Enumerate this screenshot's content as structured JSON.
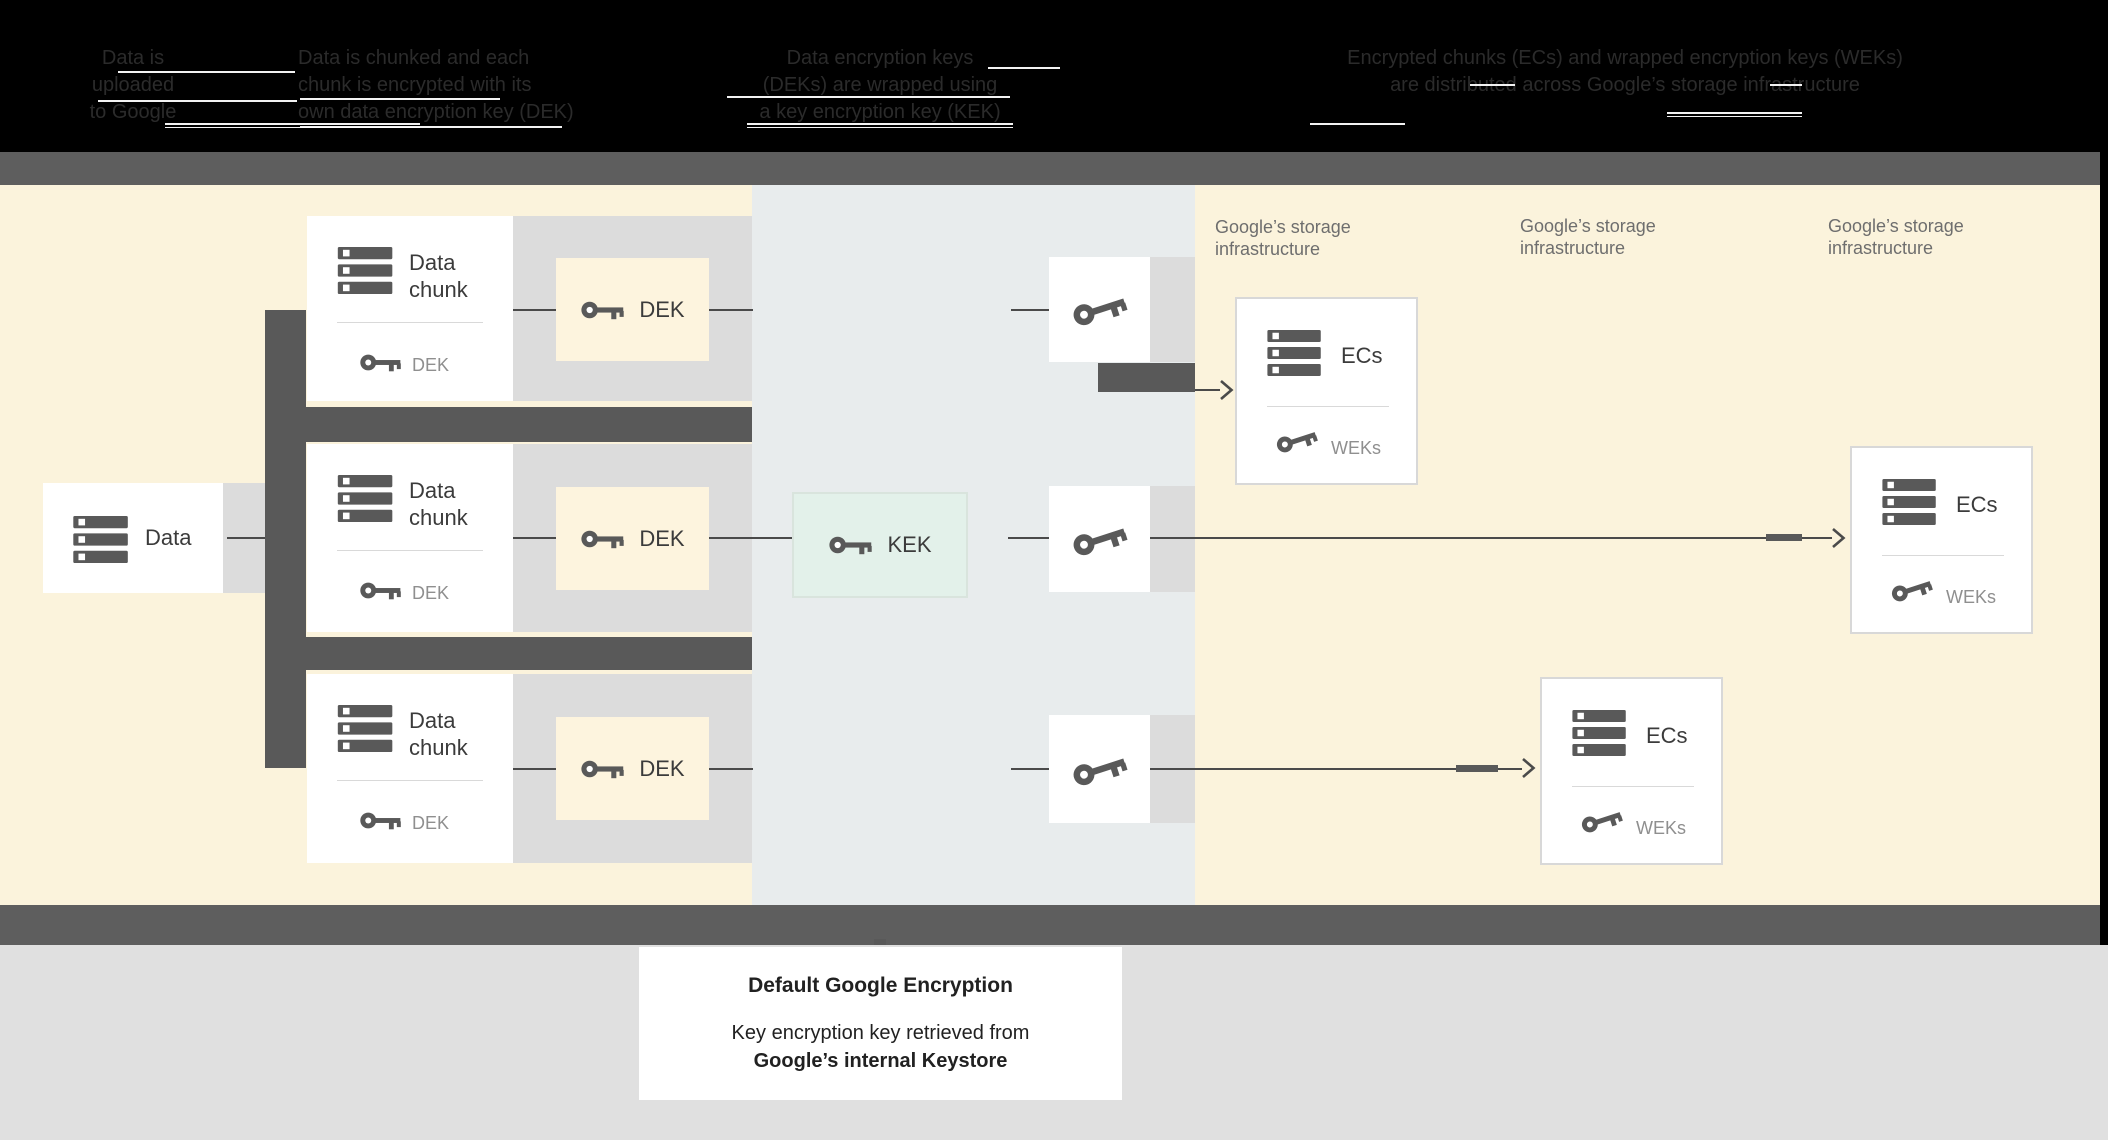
{
  "colors": {
    "dark": "#595959",
    "bar": "#5E5E5E",
    "line": "#4A4A4A",
    "band": "#DCDCDC",
    "yellow": "#FBF3DC",
    "mid": "#E8ECED",
    "mint": "#E3F1EA",
    "mintborder": "#D9E4DD",
    "cream": "#FDF4DE",
    "bottom": "#E0E0E0",
    "icon": "#595959",
    "ecborder": "#D8D8D8",
    "cardtext": "#3B3B3B",
    "subtext": "#8F8F8F",
    "graytext": "#6E6E6E",
    "headertext": "#2B2B2B"
  },
  "header": {
    "steps": [
      {
        "lines": [
          "Data is",
          "uploaded",
          "to Google"
        ]
      },
      {
        "lines": [
          "Data is chunked and each",
          "chunk is encrypted with its",
          "own data encryption key (DEK)"
        ]
      },
      {
        "lines": [
          "Data encryption keys",
          "(DEKs) are wrapped using",
          "a key encryption key (KEK)"
        ]
      },
      {
        "lines": [
          "Encrypted chunks (ECs) and wrapped encryption keys (WEKs)",
          "are distributed across Google’s storage infrastructure"
        ]
      }
    ]
  },
  "diagram": {
    "data_box": {
      "label": "Data"
    },
    "chunk_cards": [
      {
        "title_line1": "Data",
        "title_line2": "chunk",
        "key_label": "DEK"
      },
      {
        "title_line1": "Data",
        "title_line2": "chunk",
        "key_label": "DEK"
      },
      {
        "title_line1": "Data",
        "title_line2": "chunk",
        "key_label": "DEK"
      }
    ],
    "dek_boxes": [
      {
        "label": "DEK"
      },
      {
        "label": "DEK"
      },
      {
        "label": "DEK"
      }
    ],
    "kek_box": {
      "label": "KEK"
    },
    "storage_labels": [
      {
        "line1": "Google’s storage",
        "line2": "infrastructure"
      },
      {
        "line1": "Google’s storage",
        "line2": "infrastructure"
      },
      {
        "line1": "Google’s storage",
        "line2": "infrastructure"
      }
    ],
    "ec_boxes": [
      {
        "title": "ECs",
        "key_label": "WEKs"
      },
      {
        "title": "ECs",
        "key_label": "WEKs"
      },
      {
        "title": "ECs",
        "key_label": "WEKs"
      }
    ]
  },
  "caption": {
    "title": "Default Google Encryption",
    "body_line1": "Key encryption key retrieved from",
    "body_line2": "Google’s internal Keystore"
  }
}
